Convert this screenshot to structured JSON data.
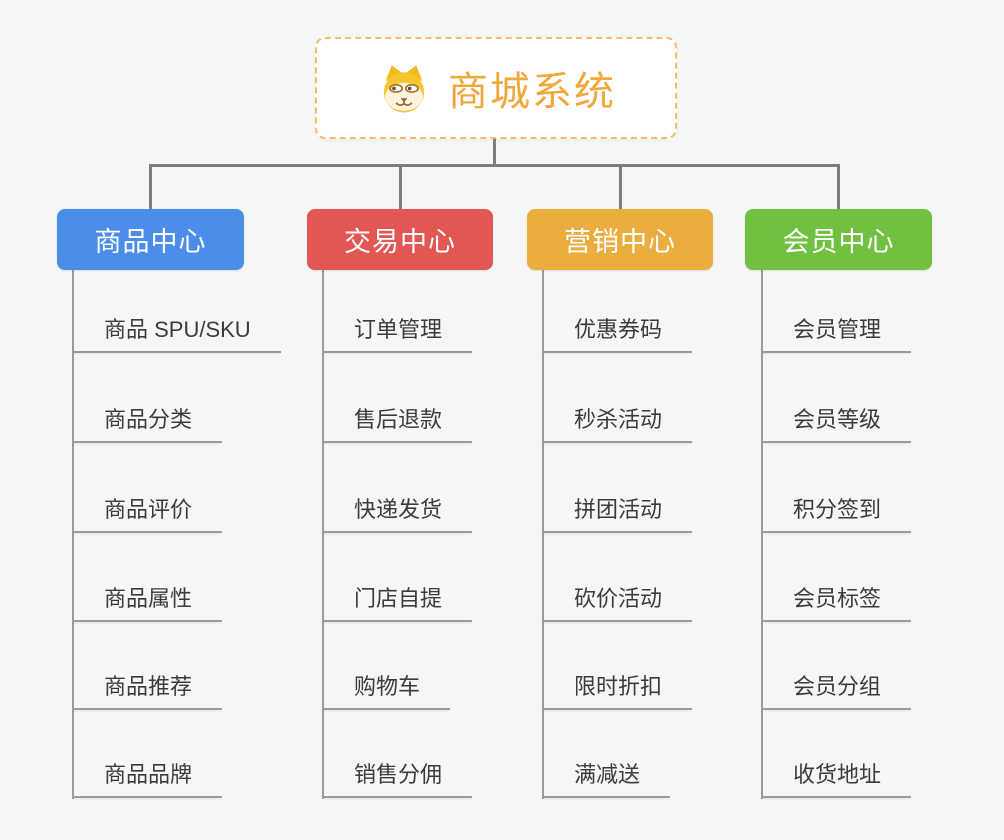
{
  "diagram_title": "商城系统",
  "root": {
    "label": "商城系统",
    "icon": "dog-face-icon"
  },
  "branches": [
    {
      "label": "商品中心",
      "color": "#4b8de8",
      "children": [
        "商品 SPU/SKU",
        "商品分类",
        "商品评价",
        "商品属性",
        "商品推荐",
        "商品品牌"
      ]
    },
    {
      "label": "交易中心",
      "color": "#e25754",
      "children": [
        "订单管理",
        "售后退款",
        "快递发货",
        "门店自提",
        "购物车",
        "销售分佣"
      ]
    },
    {
      "label": "营销中心",
      "color": "#ebac40",
      "children": [
        "优惠券码",
        "秒杀活动",
        "拼团活动",
        "砍价活动",
        "限时折扣",
        "满减送"
      ]
    },
    {
      "label": "会员中心",
      "color": "#72c041",
      "children": [
        "会员管理",
        "会员等级",
        "积分签到",
        "会员标签",
        "会员分组",
        "收货地址"
      ]
    }
  ],
  "colors": {
    "background": "#f5f6f6",
    "connector": "#7d7d7d",
    "leaf_line": "#9b9b9b",
    "leaf_text": "#3b3b3b",
    "root_border": "#f3be6b",
    "root_text": "#f0a73b"
  }
}
